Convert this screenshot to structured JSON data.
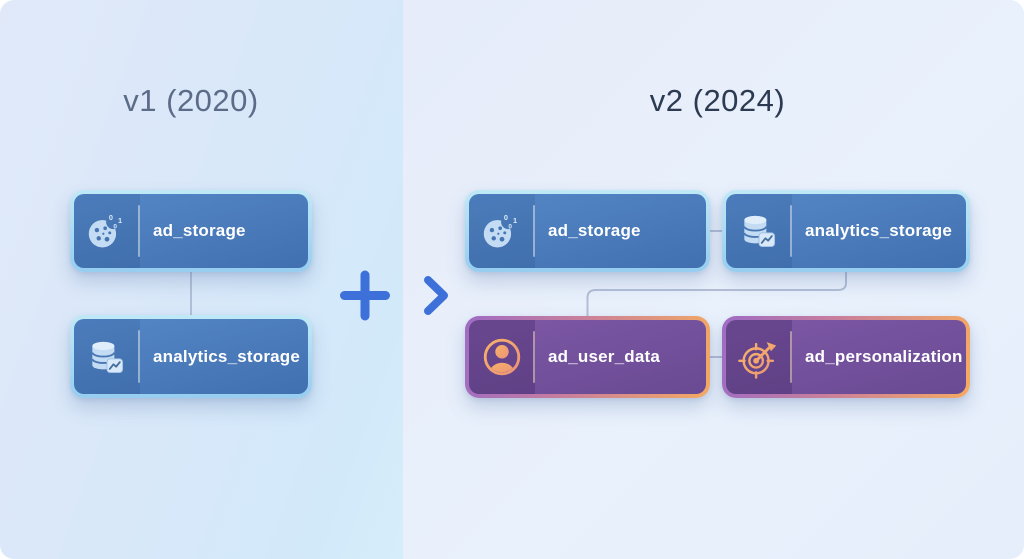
{
  "panels": {
    "v1": {
      "title": "v1 (2020)",
      "boxes": [
        {
          "label": "ad_storage",
          "icon": "cookie-icon",
          "theme": "blue"
        },
        {
          "label": "analytics_storage",
          "icon": "database-icon",
          "theme": "blue"
        }
      ]
    },
    "v2": {
      "title": "v2 (2024)",
      "boxes": [
        {
          "label": "ad_storage",
          "icon": "cookie-icon",
          "theme": "blue"
        },
        {
          "label": "analytics_storage",
          "icon": "database-icon",
          "theme": "blue"
        },
        {
          "label": "ad_user_data",
          "icon": "user-icon",
          "theme": "warm"
        },
        {
          "label": "ad_personalization",
          "icon": "target-icon",
          "theme": "warm"
        }
      ]
    }
  },
  "transition": {
    "symbols": [
      "plus",
      "arrow-right"
    ]
  },
  "colors": {
    "blue_node_fill": "#4a7abd",
    "blue_node_border": "#a9ddf3",
    "warm_node_fill": "#74509e",
    "warm_border_start": "#9e6cc4",
    "warm_border_end": "#f5aa62",
    "accent_blue": "#3d70d8",
    "connector": "#b3bed6",
    "title_v1_color": "#5c6c88",
    "title_v2_color": "#2c3a52"
  }
}
